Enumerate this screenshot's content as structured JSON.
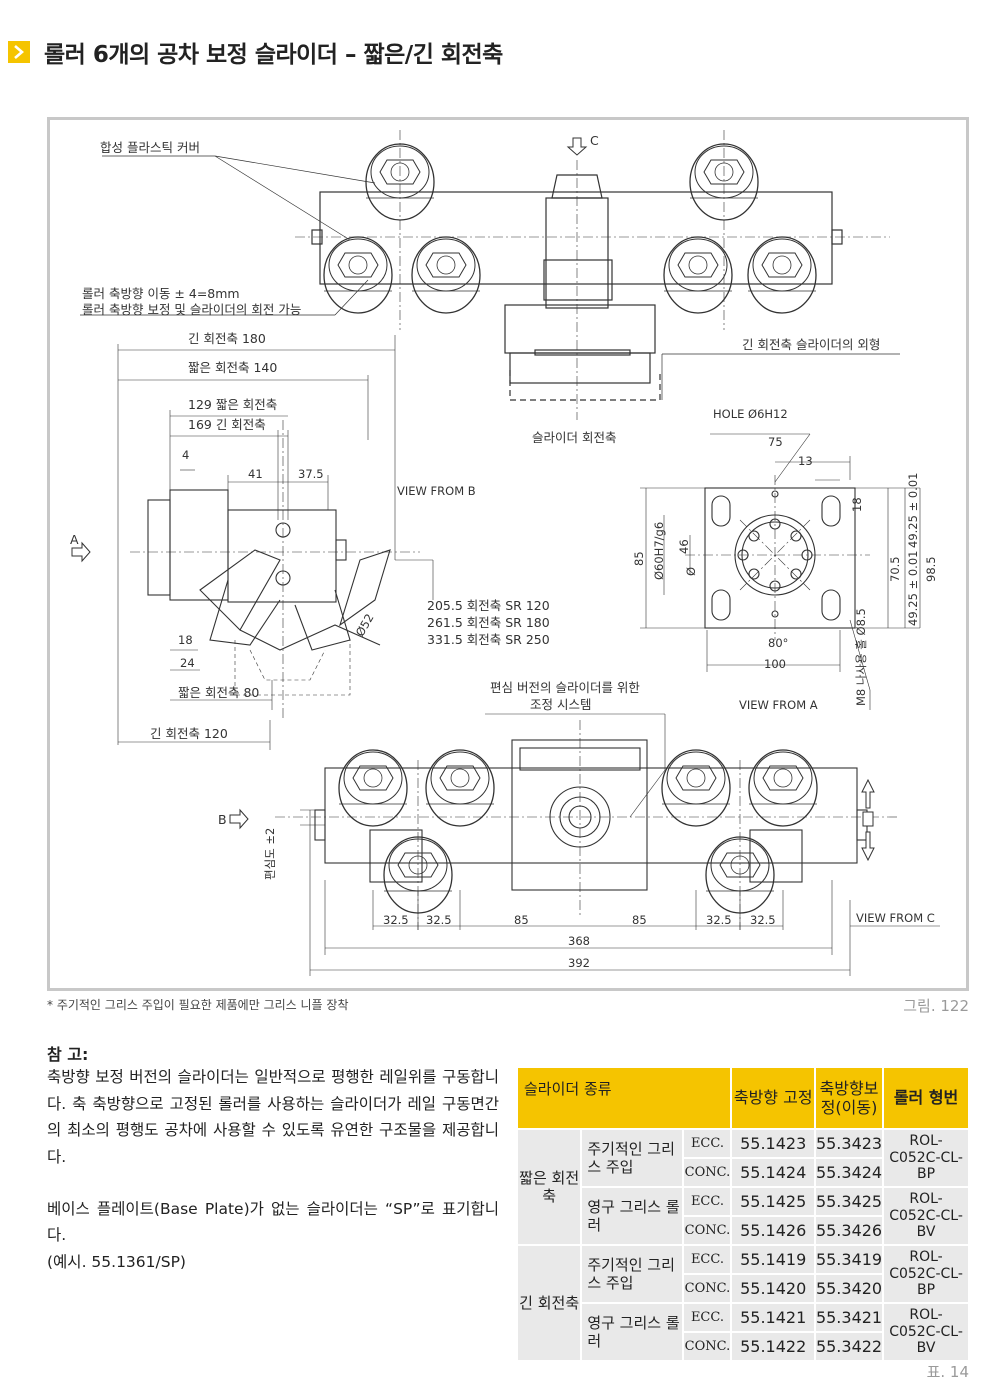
{
  "page": {
    "title": "롤러 6개의 공차 보정 슬라이더 – 짧은/긴 회전축",
    "accent_color": "#f5c400",
    "title_icon": "chevron-right-icon"
  },
  "drawing": {
    "labels": {
      "plastic_cover": "합성 플라스틱 커버",
      "arrow_c": "C",
      "axial_move": "롤러 축방향 이동 ± 4=8mm",
      "axial_comp": "롤러 축방향 보정 및 슬라이더의 회전 가능",
      "long_shaft_180": "긴 회전축 180",
      "short_shaft_140": "짧은 회전축 140",
      "long_outline": "긴 회전축 슬라이더의 외형",
      "short_129": "129 짧은 회전축",
      "long_169": "169 긴 회전축",
      "slider_shaft": "슬라이더 회전축",
      "hole": "HOLE Ø6H12",
      "dim_4": "4",
      "dim_41": "41",
      "dim_37_5": "37.5",
      "view_from_b": "VIEW FROM B",
      "arrow_a": "A",
      "sr120": "205.5 회전축 SR 120",
      "sr180": "261.5 회전축 SR 180",
      "sr250": "331.5 회전축 SR 250",
      "phi52": "Ø52",
      "dim_18": "18",
      "dim_24": "24",
      "short_80": "짧은 회전축 80",
      "long_120": "긴 회전축 120",
      "dim_75": "75",
      "dim_13": "13",
      "dim_18b": "18",
      "dim_85": "85",
      "phi60": "Ø60H7/g6",
      "dim_46": "46",
      "phi_small": "Ø",
      "dim_80deg": "80°",
      "dim_100": "100",
      "view_from_a": "VIEW FROM A",
      "m8": "M8 나사용 홀 Ø8.5",
      "tol_top": "49.25 ± 0.01",
      "tol_bottom": "49.25 ± 0.01",
      "dim_70_5": "70.5",
      "dim_98_5": "98.5",
      "ecc_adjust_1": "편심 버전의 슬라이더를 위한",
      "ecc_adjust_2": "조정 시스템",
      "arrow_b": "B",
      "ecc_dim": "편심도 ±2",
      "dim_32_5_a": "32.5",
      "dim_32_5_b": "32.5",
      "dim_85_a": "85",
      "dim_85_b": "85",
      "dim_32_5_c": "32.5",
      "dim_32_5_d": "32.5",
      "dim_368": "368",
      "dim_392": "392",
      "view_from_c": "VIEW FROM C"
    }
  },
  "footnote": "* 주기적인 그리스 주입이 필요한 제품에만 그리스 니플 장착",
  "figure_caption": "그림. 122",
  "note": {
    "title": "참 고:",
    "paragraph1": "축방향 보정 버전의 슬라이더는 일반적으로 평행한 레일위를 구동합니다. 축 축방향으로 고정된 롤러를 사용하는 슬라이더가 레일 구동면간의 최소의 평행도 공차에 사용할 수 있도록 유연한 구조물을 제공합니다.",
    "paragraph2": "베이스 플레이트(Base Plate)가 없는 슬라이더는 “SP”로 표기합니다.",
    "example": "(예시. 55.1361/SP)"
  },
  "table": {
    "headers": {
      "type": "슬라이더 종류",
      "fixed": "축방향 고정",
      "float": "축방향보정(이동)",
      "roller": "롤러 형번"
    },
    "groups": [
      {
        "name": "짧은 회전축",
        "subgroups": [
          {
            "name": "주기적인 그리스 주입",
            "roller": "ROL-C052C-CL-BP",
            "rows": [
              {
                "kind": "ECC.",
                "fixed": "55.1423",
                "float": "55.3423"
              },
              {
                "kind": "CONC.",
                "fixed": "55.1424",
                "float": "55.3424"
              }
            ]
          },
          {
            "name": "영구 그리스 롤러",
            "roller": "ROL-C052C-CL-BV",
            "rows": [
              {
                "kind": "ECC.",
                "fixed": "55.1425",
                "float": "55.3425"
              },
              {
                "kind": "CONC.",
                "fixed": "55.1426",
                "float": "55.3426"
              }
            ]
          }
        ]
      },
      {
        "name": "긴 회전축",
        "subgroups": [
          {
            "name": "주기적인 그리스 주입",
            "roller": "ROL-C052C-CL-BP",
            "rows": [
              {
                "kind": "ECC.",
                "fixed": "55.1419",
                "float": "55.3419"
              },
              {
                "kind": "CONC.",
                "fixed": "55.1420",
                "float": "55.3420"
              }
            ]
          },
          {
            "name": "영구 그리스 롤러",
            "roller": "ROL-C052C-CL-BV",
            "rows": [
              {
                "kind": "ECC.",
                "fixed": "55.1421",
                "float": "55.3421"
              },
              {
                "kind": "CONC.",
                "fixed": "55.1422",
                "float": "55.3422"
              }
            ]
          }
        ]
      }
    ],
    "caption": "표. 14"
  }
}
